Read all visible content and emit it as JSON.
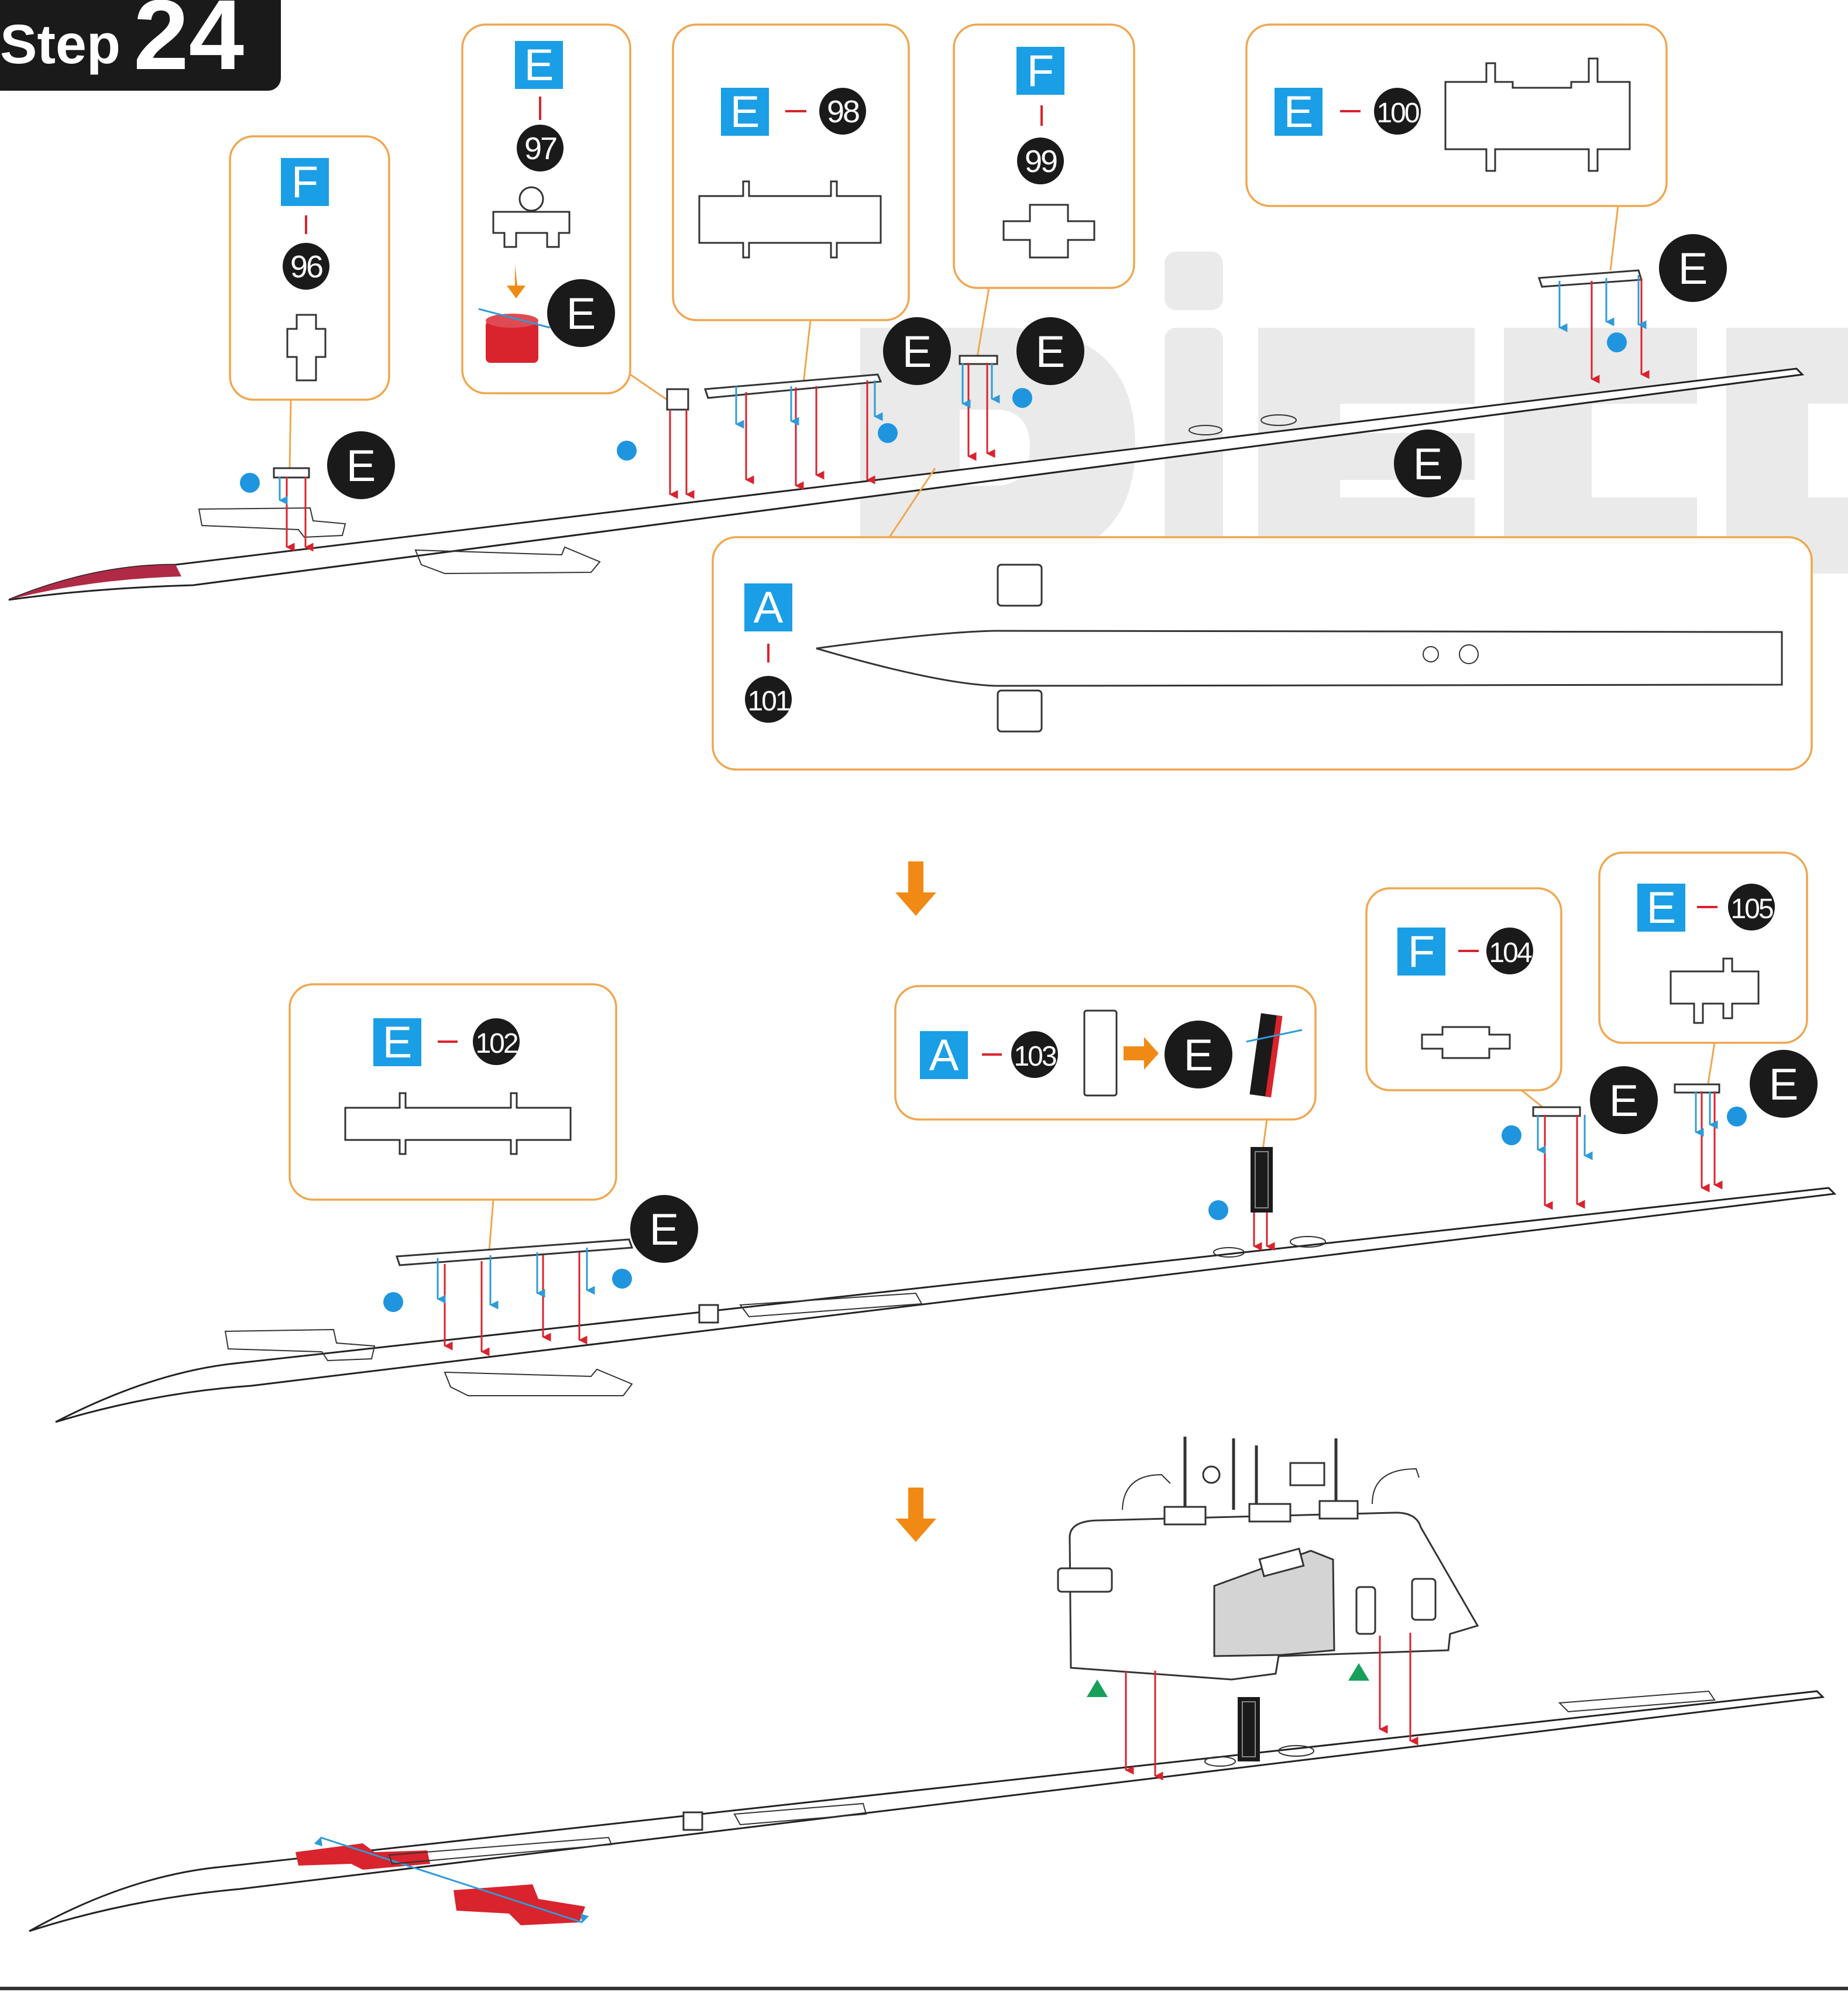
{
  "step": {
    "word": "Step",
    "number": "24"
  },
  "colors": {
    "callout_border": "#f0a64e",
    "label_blue": "#1a9ee6",
    "badge_black": "#1a1a1a",
    "connector_red": "#d9232d",
    "arrow_orange": "#f18a14",
    "arrow_blue": "#2f9bd8",
    "dot_blue": "#1f95e0",
    "triangle_green": "#18a05a",
    "watermark": "#d9d9d9",
    "deck_highlight_red": "#d9232d"
  },
  "callouts": [
    {
      "sheet": "F",
      "part": "96"
    },
    {
      "sheet": "E",
      "part": "97"
    },
    {
      "sheet": "E",
      "part": "98"
    },
    {
      "sheet": "F",
      "part": "99"
    },
    {
      "sheet": "E",
      "part": "100"
    },
    {
      "sheet": "A",
      "part": "101"
    },
    {
      "sheet": "E",
      "part": "102"
    },
    {
      "sheet": "A",
      "part": "103"
    },
    {
      "sheet": "F",
      "part": "104"
    },
    {
      "sheet": "E",
      "part": "105"
    }
  ],
  "badges": {
    "e": "E"
  }
}
